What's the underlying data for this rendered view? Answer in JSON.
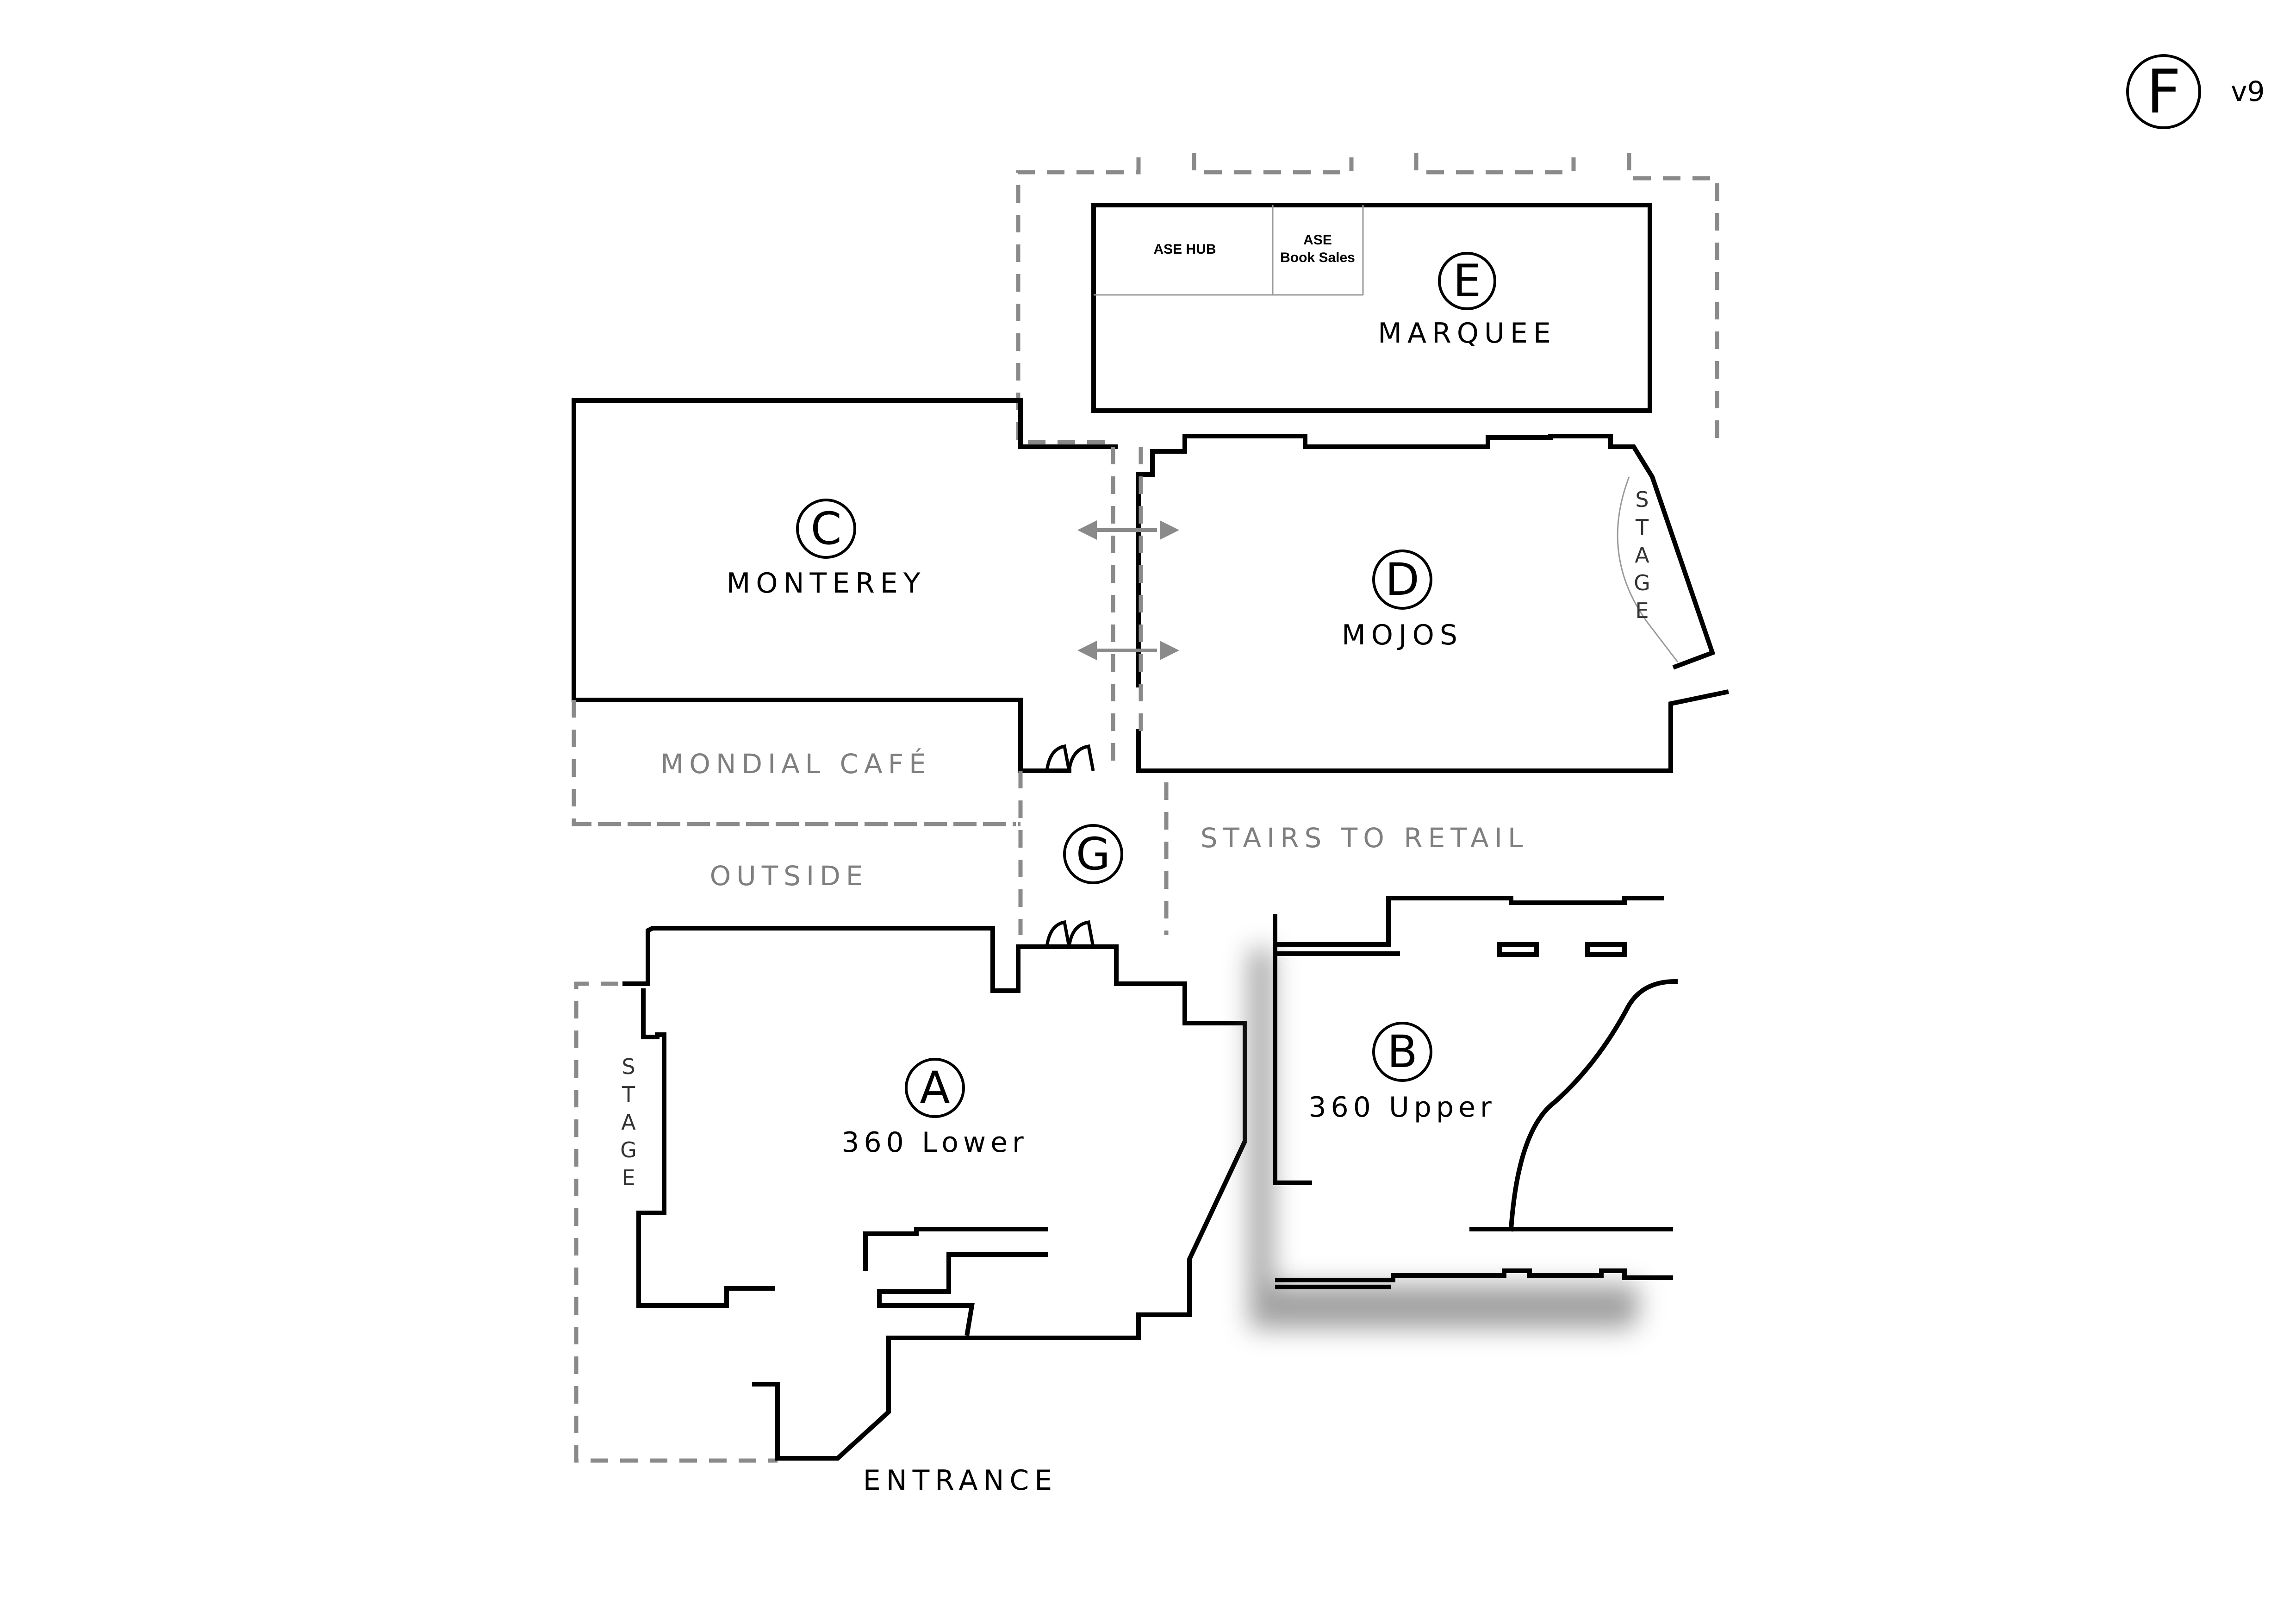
{
  "map": {
    "version": "v9",
    "floor_letter": "F",
    "rooms": {
      "a": {
        "letter": "A",
        "name": "360 Lower"
      },
      "b": {
        "letter": "B",
        "name": "360 Upper"
      },
      "c": {
        "letter": "C",
        "name": "MONTEREY"
      },
      "d": {
        "letter": "D",
        "name": "MOJOS"
      },
      "e": {
        "letter": "E",
        "name": "MARQUEE"
      },
      "g": {
        "letter": "G"
      }
    },
    "areas": {
      "mondial_cafe": "MONDIAL CAFÉ",
      "outside": "OUTSIDE",
      "stairs_to_retail": "STAIRS TO RETAIL",
      "entrance": "ENTRANCE"
    },
    "stage_label": [
      "S",
      "T",
      "A",
      "G",
      "E"
    ],
    "booths": {
      "ase_hub": "ASE HUB",
      "ase_book_sales_line1": "ASE",
      "ase_book_sales_line2": "Book Sales"
    }
  }
}
